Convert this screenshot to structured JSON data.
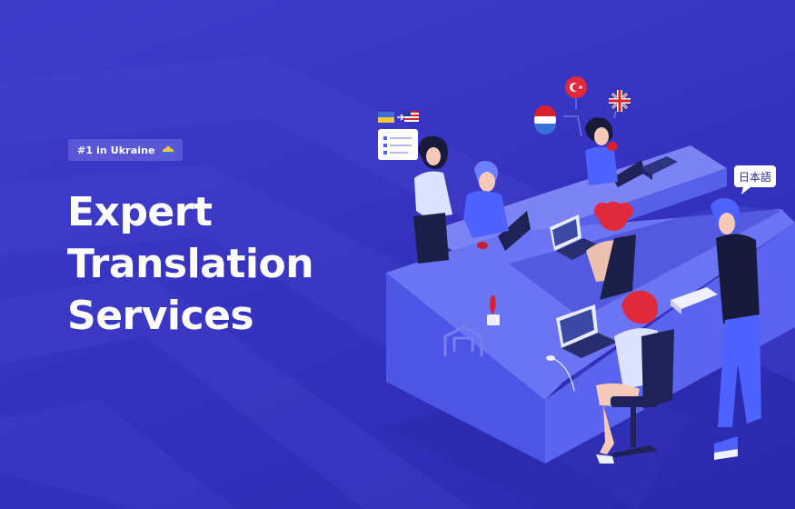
{
  "hero": {
    "badge": {
      "label": "#1 in Ukraine",
      "icon": "ukraine-hands-icon"
    },
    "headline": {
      "line1": "Expert",
      "line2": "Translation",
      "line3": "Services"
    }
  },
  "illustration": {
    "japanese_bubble": "日本語",
    "icons": [
      "ukraine-flag-icon",
      "us-flag-icon",
      "turkey-flag-icon",
      "uk-flag-icon",
      "netherlands-flag-icon",
      "checklist-icon"
    ]
  },
  "colors": {
    "background": "#3633c0",
    "badge": "#5a57d6",
    "desk_top": "#6b74f2",
    "desk_side": "#4c55e6",
    "text": "#ffffff"
  }
}
